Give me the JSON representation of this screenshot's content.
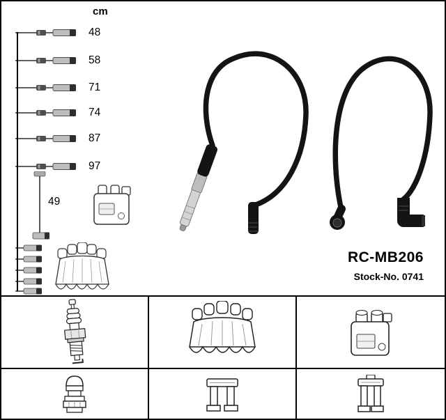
{
  "schematic": {
    "unit_label": "cm",
    "measurements": [
      "48",
      "58",
      "71",
      "74",
      "87",
      "97"
    ],
    "coil_lead_length": "49"
  },
  "product": {
    "part_number": "RC-MB206",
    "stock_number": "Stock-No. 0741"
  },
  "colors": {
    "background": "#ffffff",
    "outline": "#000000",
    "cable_black": "#141414",
    "metal_gray": "#c9c9c9"
  }
}
